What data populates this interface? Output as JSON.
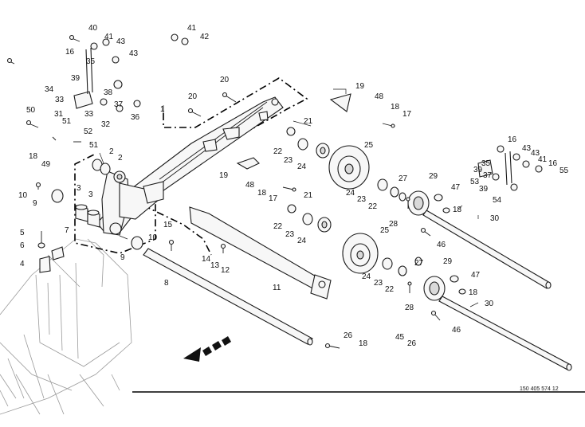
{
  "drawing_number": "150 405 574 12",
  "callouts": [
    {
      "id": "c40",
      "text": "40"
    },
    {
      "id": "c41a",
      "text": "41"
    },
    {
      "id": "c43a",
      "text": "43"
    },
    {
      "id": "c16a",
      "text": "16"
    },
    {
      "id": "c41b",
      "text": "41"
    },
    {
      "id": "c42",
      "text": "42"
    },
    {
      "id": "c43b",
      "text": "43"
    },
    {
      "id": "c35a",
      "text": "35"
    },
    {
      "id": "c39a",
      "text": "39"
    },
    {
      "id": "c34",
      "text": "34"
    },
    {
      "id": "c33a",
      "text": "33"
    },
    {
      "id": "c38",
      "text": "38"
    },
    {
      "id": "c31",
      "text": "31"
    },
    {
      "id": "c33b",
      "text": "33"
    },
    {
      "id": "c37a",
      "text": "37"
    },
    {
      "id": "c32",
      "text": "32"
    },
    {
      "id": "c36",
      "text": "36"
    },
    {
      "id": "c1",
      "text": "1"
    },
    {
      "id": "c50",
      "text": "50"
    },
    {
      "id": "c51a",
      "text": "51"
    },
    {
      "id": "c52",
      "text": "52"
    },
    {
      "id": "c51b",
      "text": "51"
    },
    {
      "id": "c18a",
      "text": "18"
    },
    {
      "id": "c49",
      "text": "49"
    },
    {
      "id": "c20a",
      "text": "20"
    },
    {
      "id": "c20b",
      "text": "20"
    },
    {
      "id": "c19a",
      "text": "19"
    },
    {
      "id": "c48a",
      "text": "48"
    },
    {
      "id": "c18b",
      "text": "18"
    },
    {
      "id": "c17a",
      "text": "17"
    },
    {
      "id": "c21a",
      "text": "21"
    },
    {
      "id": "c22a",
      "text": "22"
    },
    {
      "id": "c23a",
      "text": "23"
    },
    {
      "id": "c24a",
      "text": "24"
    },
    {
      "id": "c25a",
      "text": "25"
    },
    {
      "id": "c2a",
      "text": "2"
    },
    {
      "id": "c2b",
      "text": "2"
    },
    {
      "id": "c19b",
      "text": "19"
    },
    {
      "id": "c48b",
      "text": "48"
    },
    {
      "id": "c18c",
      "text": "18"
    },
    {
      "id": "c17b",
      "text": "17"
    },
    {
      "id": "c21b",
      "text": "21"
    },
    {
      "id": "c22b",
      "text": "22"
    },
    {
      "id": "c23b",
      "text": "23"
    },
    {
      "id": "c24b",
      "text": "24"
    },
    {
      "id": "c24c",
      "text": "24"
    },
    {
      "id": "c23c",
      "text": "23"
    },
    {
      "id": "c22c",
      "text": "22"
    },
    {
      "id": "c27a",
      "text": "27"
    },
    {
      "id": "c28a",
      "text": "28"
    },
    {
      "id": "c29a",
      "text": "29"
    },
    {
      "id": "c25b",
      "text": "25"
    },
    {
      "id": "c10a",
      "text": "10"
    },
    {
      "id": "c9a",
      "text": "9"
    },
    {
      "id": "c3a",
      "text": "3"
    },
    {
      "id": "c3b",
      "text": "3"
    },
    {
      "id": "c15",
      "text": "15"
    },
    {
      "id": "c5",
      "text": "5"
    },
    {
      "id": "c7",
      "text": "7"
    },
    {
      "id": "c6",
      "text": "6"
    },
    {
      "id": "c4",
      "text": "4"
    },
    {
      "id": "c9b",
      "text": "9"
    },
    {
      "id": "c10b",
      "text": "10"
    },
    {
      "id": "c14",
      "text": "14"
    },
    {
      "id": "c13",
      "text": "13"
    },
    {
      "id": "c12",
      "text": "12"
    },
    {
      "id": "c8",
      "text": "8"
    },
    {
      "id": "c11",
      "text": "11"
    },
    {
      "id": "c16b",
      "text": "16"
    },
    {
      "id": "c43c",
      "text": "43"
    },
    {
      "id": "c43d",
      "text": "43"
    },
    {
      "id": "c39b",
      "text": "39"
    },
    {
      "id": "c35b",
      "text": "35"
    },
    {
      "id": "c41c",
      "text": "41"
    },
    {
      "id": "c16c",
      "text": "16"
    },
    {
      "id": "c37b",
      "text": "37"
    },
    {
      "id": "c55",
      "text": "55"
    },
    {
      "id": "c53",
      "text": "53"
    },
    {
      "id": "c39c",
      "text": "39"
    },
    {
      "id": "c54",
      "text": "54"
    },
    {
      "id": "c47a",
      "text": "47"
    },
    {
      "id": "c18d",
      "text": "18"
    },
    {
      "id": "c30a",
      "text": "30"
    },
    {
      "id": "c46a",
      "text": "46"
    },
    {
      "id": "c24d",
      "text": "24"
    },
    {
      "id": "c23d",
      "text": "23"
    },
    {
      "id": "c22d",
      "text": "22"
    },
    {
      "id": "c27b",
      "text": "27"
    },
    {
      "id": "c29b",
      "text": "29"
    },
    {
      "id": "c47b",
      "text": "47"
    },
    {
      "id": "c28b",
      "text": "28"
    },
    {
      "id": "c18e",
      "text": "18"
    },
    {
      "id": "c30b",
      "text": "30"
    },
    {
      "id": "c45",
      "text": "45"
    },
    {
      "id": "c26a",
      "text": "26"
    },
    {
      "id": "c46b",
      "text": "46"
    },
    {
      "id": "c26b",
      "text": "26"
    },
    {
      "id": "c18f",
      "text": "18"
    }
  ]
}
